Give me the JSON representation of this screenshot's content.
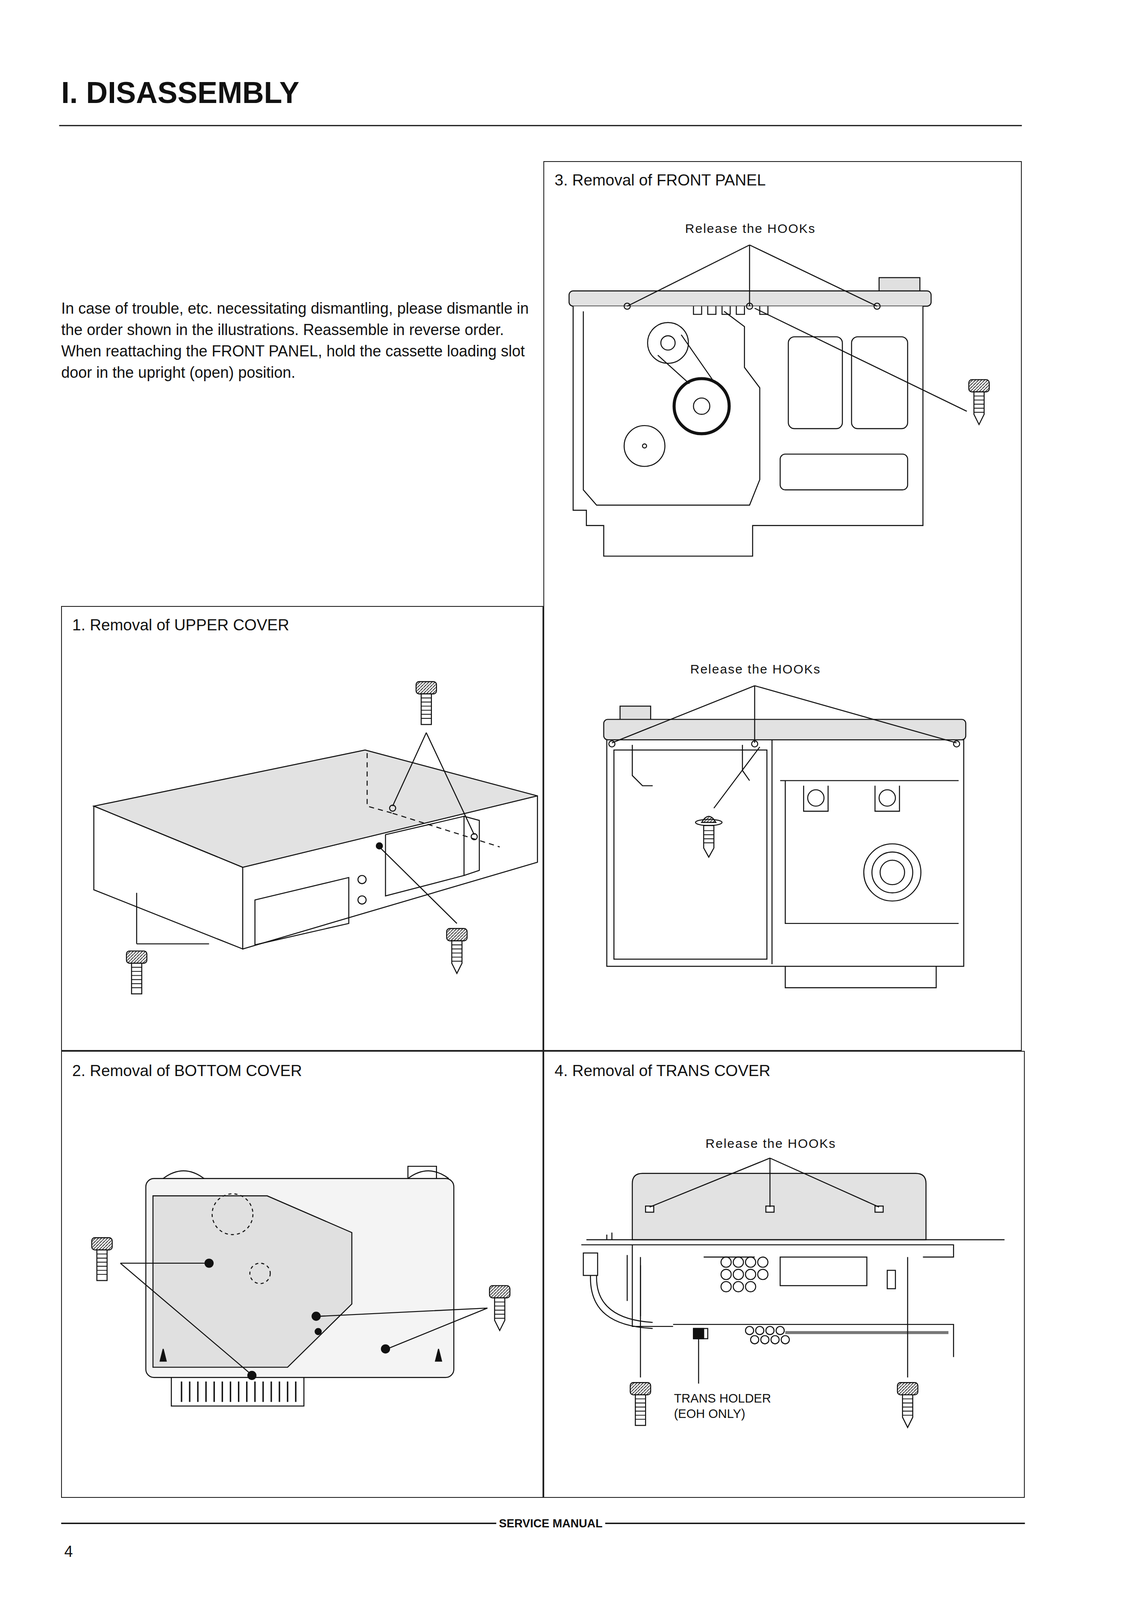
{
  "diagram": {
    "title": "I. DISASSEMBLY",
    "nodes": [
      {
        "text": [
          "1. Removal of UPPER COVER"
        ]
      },
      {
        "text": [
          "2. Removal of BOTTOM COVER"
        ]
      },
      {
        "text": [
          "3. Removal of FRONT PANEL",
          "Release the HOOKs",
          "Release the HOOKs"
        ]
      },
      {
        "text": [
          "4. Removal of TRANS COVER",
          "Release the HOOKs",
          "TRANS HOLDER (EOH ONLY)"
        ]
      }
    ],
    "labels": [
      "In case of trouble, etc. necessitating dismantling, please dismantle in the order shown in the illustrations. Reassemble in reverse order. When reattaching the FRONT PANEL, hold the cassette loading slot door in the upright (open) position.",
      "SERVICE MANUAL",
      "4"
    ]
  }
}
